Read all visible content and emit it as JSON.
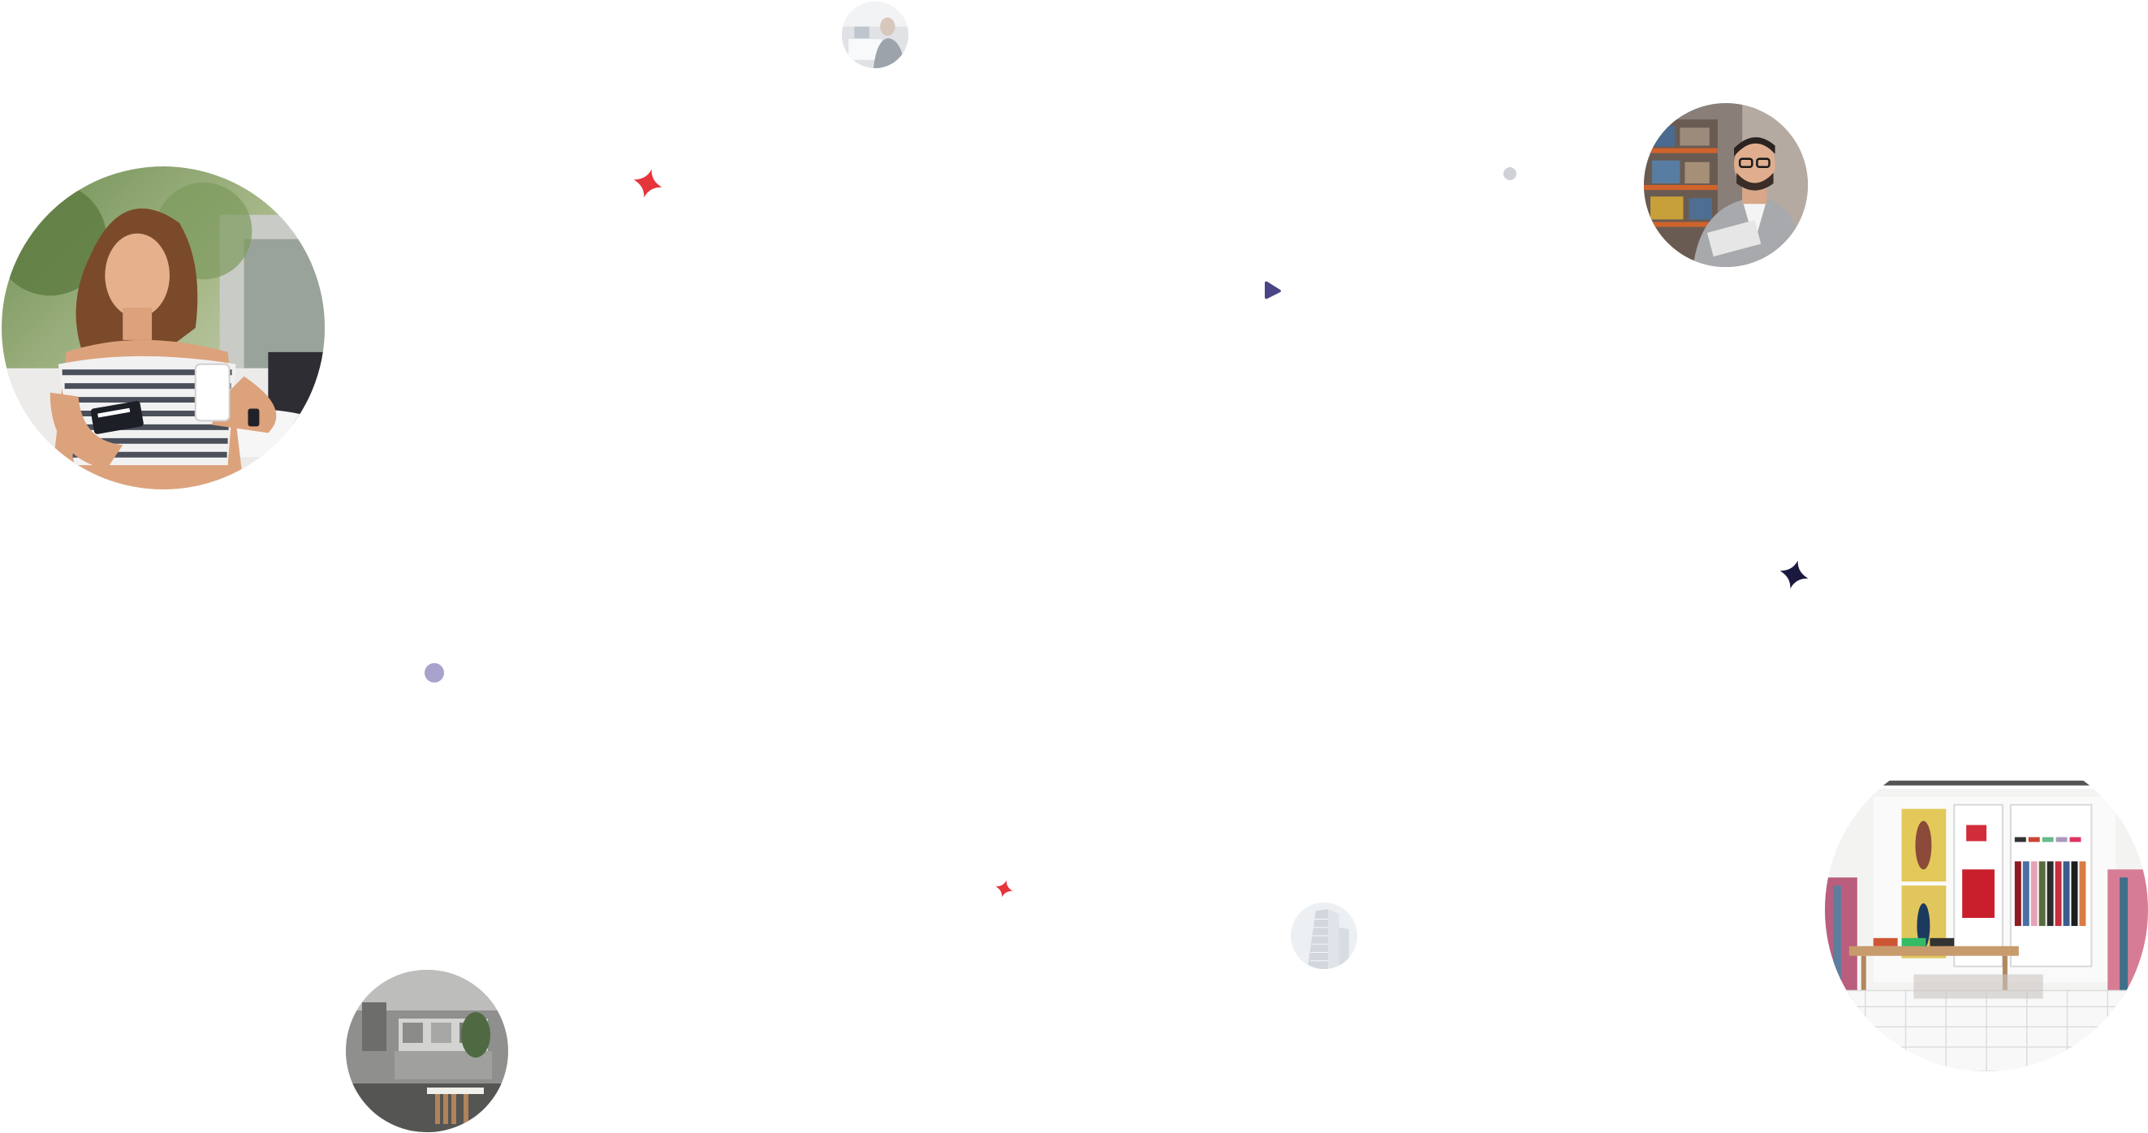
{
  "photos": [
    {
      "subject": "woman-paying-with-card-and-phone"
    },
    {
      "subject": "businessman-in-warehouse"
    },
    {
      "subject": "clothing-store-interior"
    },
    {
      "subject": "restaurant-interior"
    },
    {
      "subject": "office-worker"
    },
    {
      "subject": "skyscraper"
    }
  ],
  "decorations": {
    "colors": {
      "red": "#e5343a",
      "navy": "#1c1940",
      "indigo": "#4a4586",
      "lavender": "#a8a3cc",
      "light_grey": "#cfd1d6"
    },
    "icons": [
      "sparkle-red-large",
      "sparkle-red-small",
      "sparkle-navy",
      "triangle-indigo",
      "dot-lavender",
      "dot-grey"
    ]
  }
}
